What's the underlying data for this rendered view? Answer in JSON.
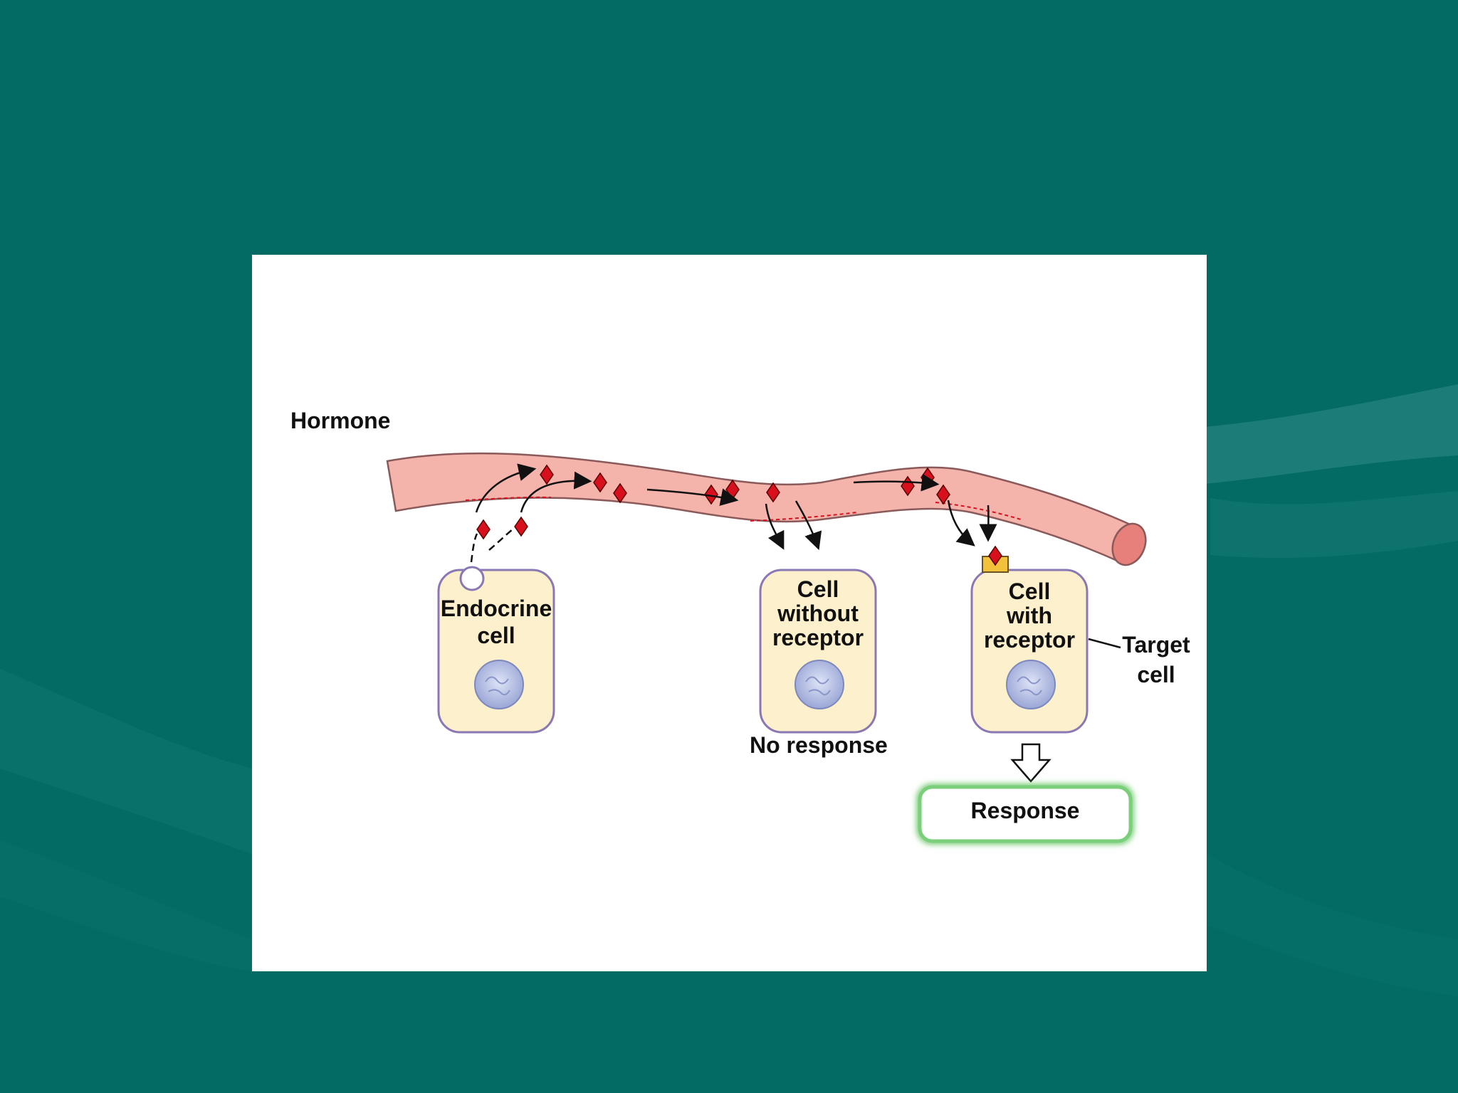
{
  "colors": {
    "background": "#036b64",
    "panel": "#ffffff",
    "vessel_fill": "#f4b3ab",
    "vessel_stroke": "#8a5a5a",
    "hormone": "#d8101e",
    "cell_fill": "#fdf0cc",
    "cell_stroke": "#8a78b4",
    "nucleus": "#a9b4e0",
    "receptor": "#f2c23a",
    "response_border": "#7ccf7a"
  },
  "diagram": {
    "hormone_label": "Hormone",
    "endocrine_cell": {
      "line1": "Endocrine",
      "line2": "cell"
    },
    "cell_without_receptor": {
      "line1": "Cell",
      "line2": "without",
      "line3": "receptor"
    },
    "cell_with_receptor": {
      "line1": "Cell",
      "line2": "with",
      "line3": "receptor"
    },
    "target_cell": {
      "line1": "Target",
      "line2": "cell"
    },
    "no_response": "No response",
    "response": "Response"
  }
}
